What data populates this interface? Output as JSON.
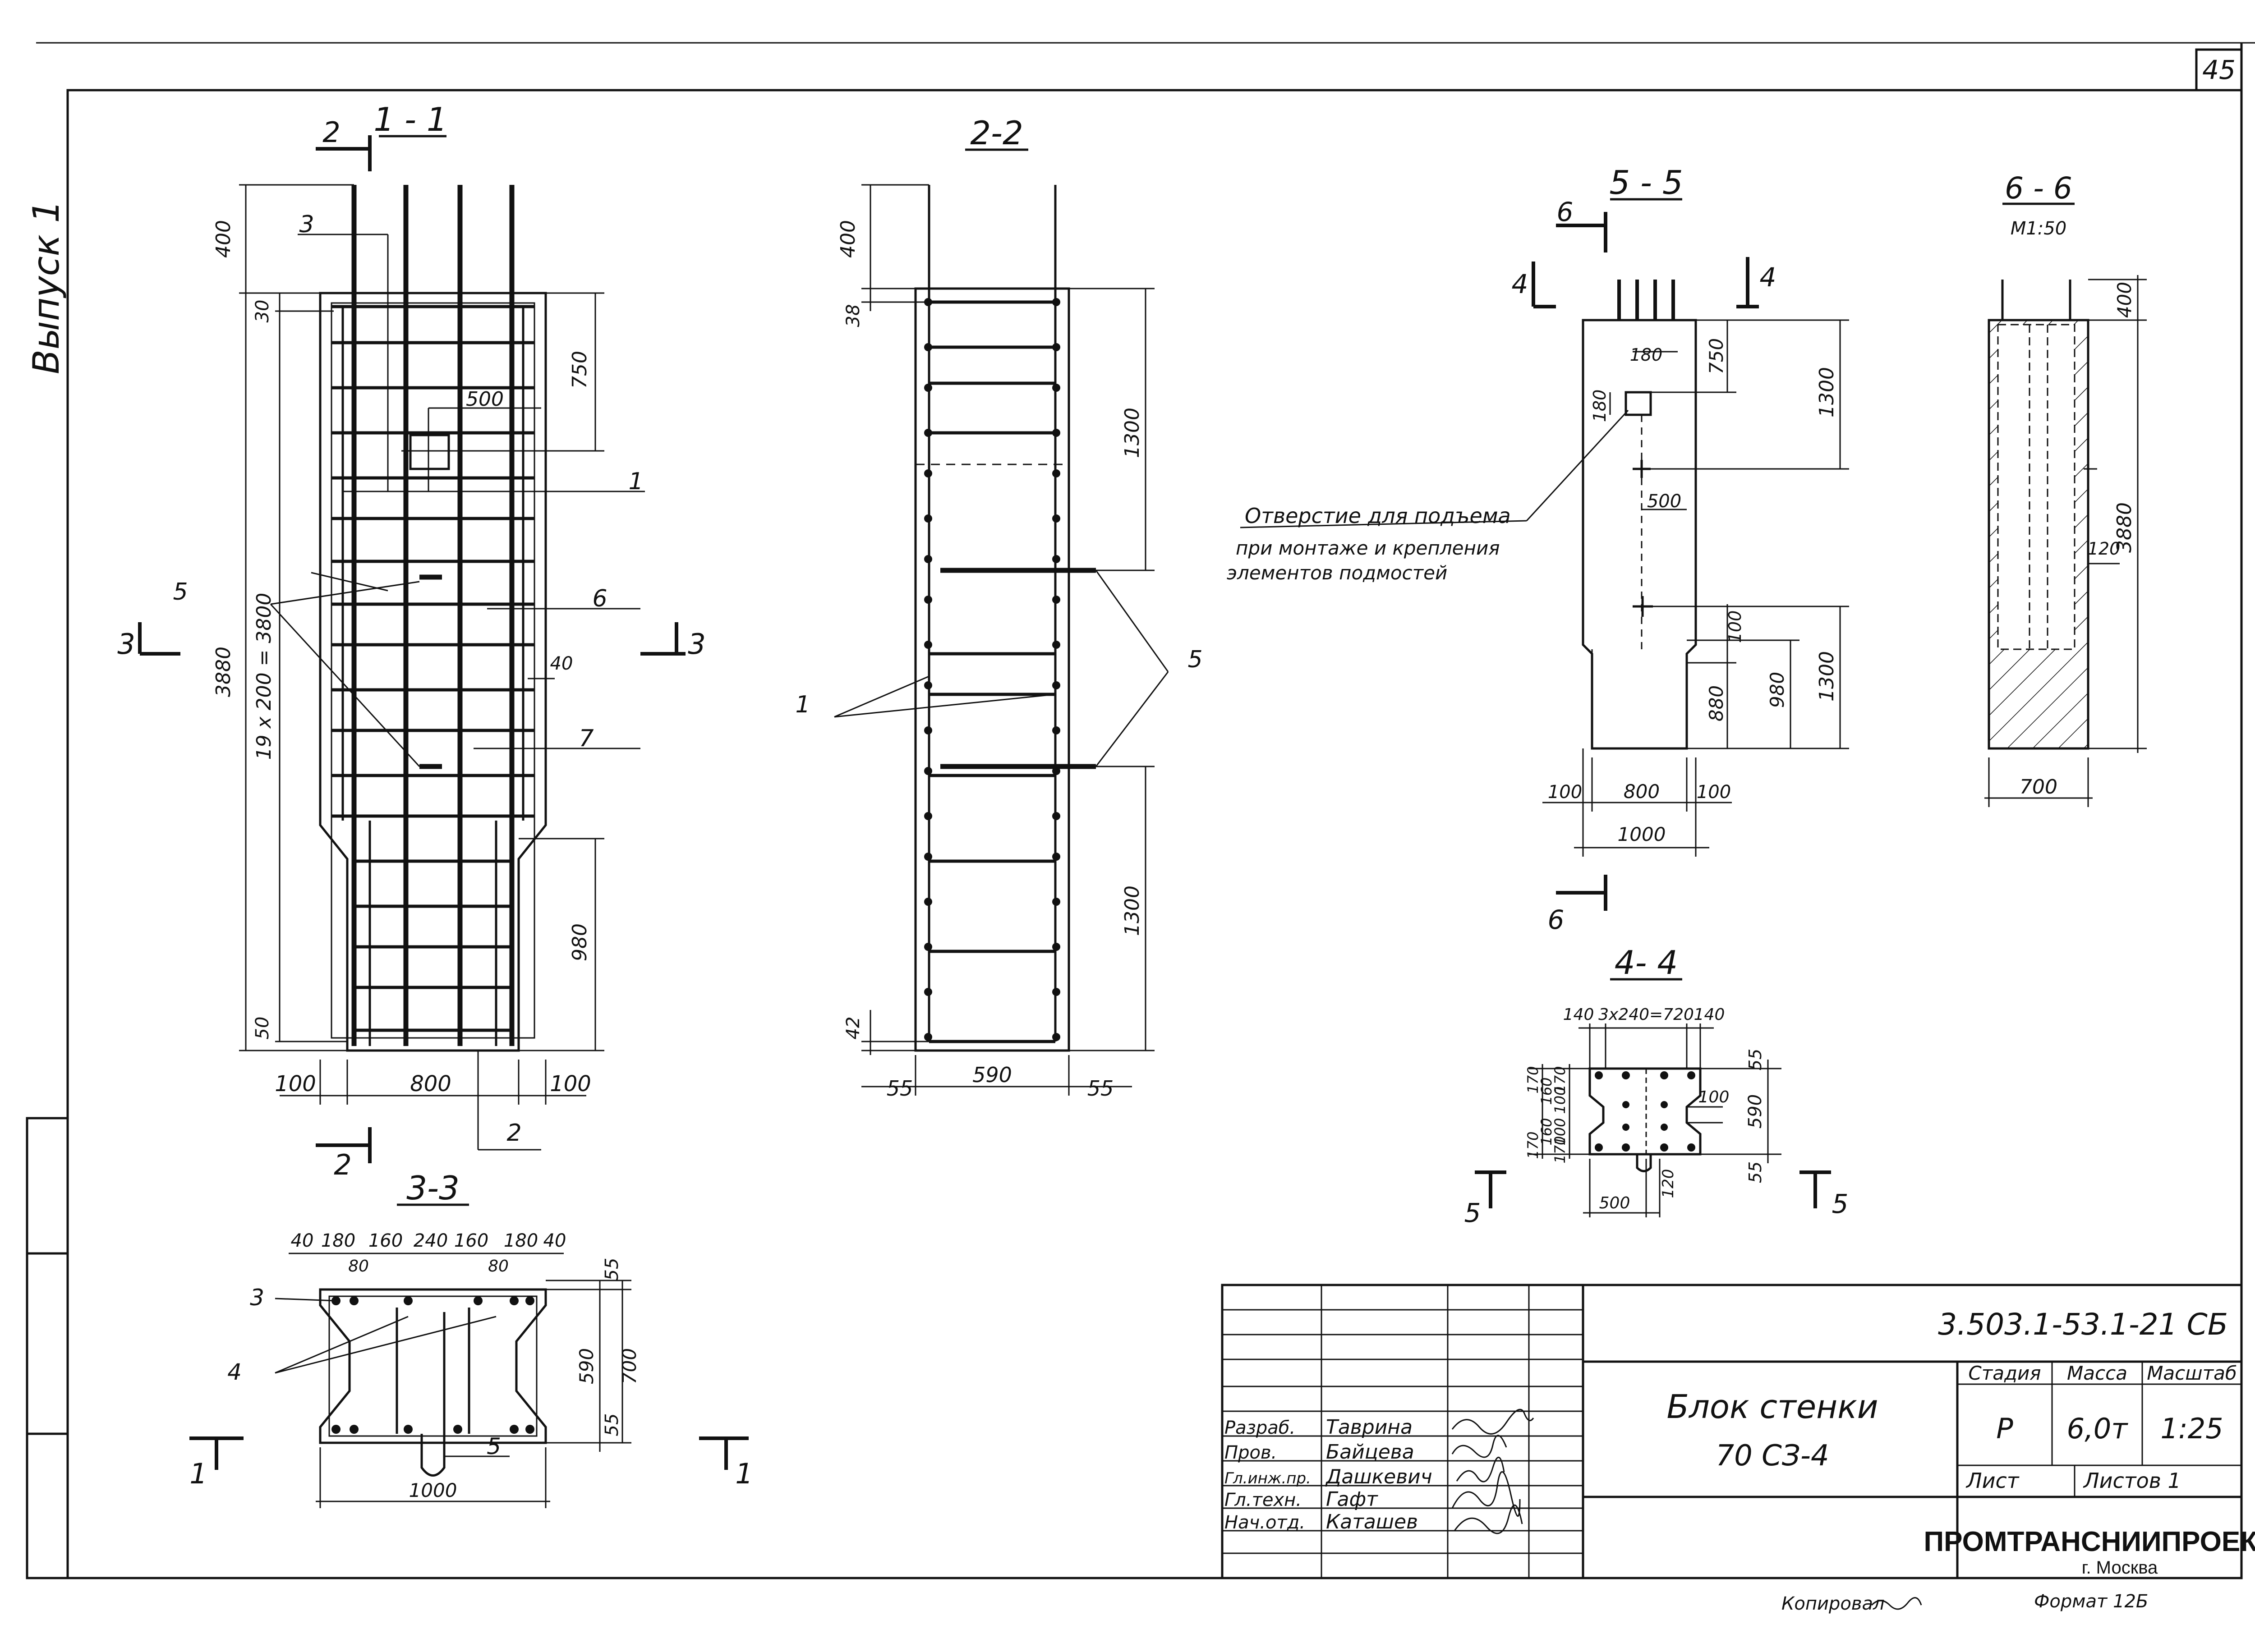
{
  "sheet": {
    "page_number": "45",
    "issue_label": "Выпуск 1",
    "copied_label": "Копировал",
    "format_label": "Формат 12Б"
  },
  "section_1_1": {
    "title": "1 - 1",
    "cut_marks": {
      "top": "2",
      "bottom": "2",
      "left": "3",
      "right": "3"
    },
    "callouts": {
      "c3": "3",
      "c1": "1",
      "c5": "5",
      "c6": "6",
      "c7": "7",
      "c2": "2"
    },
    "dims": {
      "d400": "400",
      "d30": "30",
      "d750": "750",
      "d500": "500",
      "d3880": "3880",
      "d19x200": "19 x 200 = 3800",
      "d40": "40",
      "d980": "980",
      "d50": "50",
      "w100a": "100",
      "w800": "800",
      "w100b": "100"
    }
  },
  "section_2_2": {
    "title": "2-2",
    "callouts": {
      "c1": "1",
      "c5": "5"
    },
    "dims": {
      "d400": "400",
      "d38": "38",
      "d1300a": "1300",
      "d1300b": "1300",
      "d42": "42",
      "w55a": "55",
      "w590": "590",
      "w55b": "55"
    }
  },
  "section_3_3": {
    "title": "3-3",
    "top_dims": [
      "40",
      "180",
      "160",
      "240",
      "160",
      "180",
      "40"
    ],
    "inner_dims": {
      "a": "80",
      "b": "80"
    },
    "right_dims": {
      "d55a": "55",
      "d590": "590",
      "d700": "700",
      "d55b": "55"
    },
    "width": "1000",
    "callouts": {
      "c3": "3",
      "c4": "4",
      "c5": "5"
    },
    "cut_marks": {
      "left": "1",
      "right": "1"
    }
  },
  "section_5_5": {
    "title": "5 - 5",
    "cut_marks": {
      "top": "6",
      "bottom": "6",
      "left": "4",
      "right": "4"
    },
    "dims": {
      "d180a": "180",
      "d180b": "180",
      "d750": "750",
      "d1300a": "1300",
      "d500": "500",
      "d100": "100",
      "d880": "880",
      "d980": "980",
      "d1300b": "1300",
      "w100a": "100",
      "w800": "800",
      "w100b": "100",
      "w1000": "1000"
    },
    "note": [
      "Отверстие для подъема",
      "при монтаже и крепления",
      "элементов подмостей"
    ]
  },
  "section_6_6": {
    "title": "6 - 6",
    "scale": "М1:50",
    "dims": {
      "d400": "400",
      "d3880": "3880",
      "d120": "120",
      "w700": "700"
    }
  },
  "section_4_4": {
    "title": "4- 4",
    "top_dims": {
      "a": "140",
      "b": "3x240=720",
      "c": "140"
    },
    "left_dims": [
      "170",
      "160",
      "170",
      "100",
      "100",
      "170",
      "160",
      "170"
    ],
    "right_dims": {
      "d55a": "55",
      "d590": "590",
      "d55b": "55",
      "d100": "100"
    },
    "bottom_dims": {
      "w500": "500",
      "w120": "120"
    },
    "cut_marks": {
      "left": "5",
      "right": "5"
    }
  },
  "title_block": {
    "doc_code": "3.503.1-53.1-21 СБ",
    "title_line1": "Блок стенки",
    "title_line2": "70 СЗ-4",
    "col_headers": {
      "stage": "Стадия",
      "mass": "Масса",
      "scale": "Масштаб"
    },
    "values": {
      "stage": "Р",
      "mass": "6,0т",
      "scale": "1:25"
    },
    "sheet_label": "Лист",
    "sheets_label": "Листов 1",
    "org": "ПРОМТРАНСНИИПРОЕКТ",
    "city": "г. Москва",
    "roles": [
      {
        "role": "Разраб.",
        "name": "Таврина"
      },
      {
        "role": "Пров.",
        "name": "Байцева"
      },
      {
        "role": "Гл.инж.пр.",
        "name": "Дашкевич"
      },
      {
        "role": "Гл.техн.",
        "name": "Гафт"
      },
      {
        "role": "Нач.отд.",
        "name": "Каташев"
      }
    ]
  }
}
